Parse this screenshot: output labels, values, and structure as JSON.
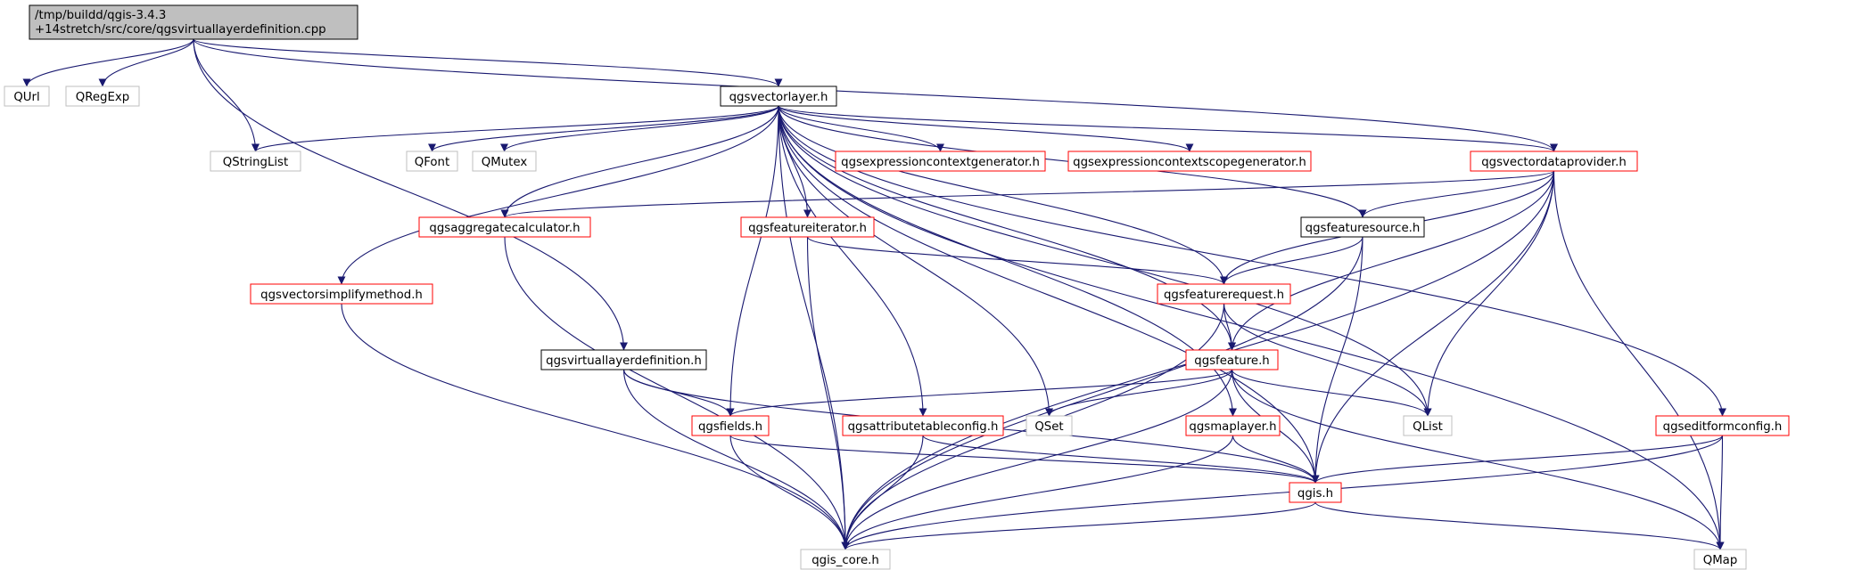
{
  "graph": {
    "colors": {
      "edge": "#191970",
      "border_default": "#000000",
      "border_documented": "#ff0000",
      "border_external": "#bfbfbf",
      "fill_root": "#bfbfbf",
      "fill": "#ffffff"
    },
    "nodes": [
      {
        "id": "root",
        "lines": [
          "/tmp/buildd/qgis-3.4.3",
          "+14stretch/src/core/qgsvirtuallayerdefinition.cpp"
        ],
        "style": "root"
      },
      {
        "id": "qurl",
        "lines": [
          "QUrl"
        ],
        "style": "external"
      },
      {
        "id": "qregexp",
        "lines": [
          "QRegExp"
        ],
        "style": "external"
      },
      {
        "id": "qgsvectorlayer",
        "lines": [
          "qgsvectorlayer.h"
        ],
        "style": "default"
      },
      {
        "id": "qstringlist",
        "lines": [
          "QStringList"
        ],
        "style": "external"
      },
      {
        "id": "qfont",
        "lines": [
          "QFont"
        ],
        "style": "external"
      },
      {
        "id": "qmutex",
        "lines": [
          "QMutex"
        ],
        "style": "external"
      },
      {
        "id": "qgsexprctxgen",
        "lines": [
          "qgsexpressioncontextgenerator.h"
        ],
        "style": "documented"
      },
      {
        "id": "qgsexprctxscopegen",
        "lines": [
          "qgsexpressioncontextscopegenerator.h"
        ],
        "style": "documented"
      },
      {
        "id": "qgsvectordataprovider",
        "lines": [
          "qgsvectordataprovider.h"
        ],
        "style": "documented"
      },
      {
        "id": "qgsaggregatecalculator",
        "lines": [
          "qgsaggregatecalculator.h"
        ],
        "style": "documented"
      },
      {
        "id": "qgsfeatureiterator",
        "lines": [
          "qgsfeatureiterator.h"
        ],
        "style": "documented"
      },
      {
        "id": "qgsfeaturesource",
        "lines": [
          "qgsfeaturesource.h"
        ],
        "style": "default"
      },
      {
        "id": "qgsvectorsimplifymethod",
        "lines": [
          "qgsvectorsimplifymethod.h"
        ],
        "style": "documented"
      },
      {
        "id": "qgsfeaturerequest",
        "lines": [
          "qgsfeaturerequest.h"
        ],
        "style": "documented"
      },
      {
        "id": "qgsvirtuallayerdefinition",
        "lines": [
          "qgsvirtuallayerdefinition.h"
        ],
        "style": "default"
      },
      {
        "id": "qgsfeature",
        "lines": [
          "qgsfeature.h"
        ],
        "style": "documented"
      },
      {
        "id": "qgsfields",
        "lines": [
          "qgsfields.h"
        ],
        "style": "documented"
      },
      {
        "id": "qgsattributetableconfig",
        "lines": [
          "qgsattributetableconfig.h"
        ],
        "style": "documented"
      },
      {
        "id": "qset",
        "lines": [
          "QSet"
        ],
        "style": "external"
      },
      {
        "id": "qgsmaplayer",
        "lines": [
          "qgsmaplayer.h"
        ],
        "style": "documented"
      },
      {
        "id": "qlist",
        "lines": [
          "QList"
        ],
        "style": "external"
      },
      {
        "id": "qgseditformconfig",
        "lines": [
          "qgseditformconfig.h"
        ],
        "style": "documented"
      },
      {
        "id": "qgis",
        "lines": [
          "qgis.h"
        ],
        "style": "documented"
      },
      {
        "id": "qgis_core",
        "lines": [
          "qgis_core.h"
        ],
        "style": "external"
      },
      {
        "id": "qmap",
        "lines": [
          "QMap"
        ],
        "style": "external"
      }
    ],
    "edges": [
      [
        "root",
        "qurl"
      ],
      [
        "root",
        "qregexp"
      ],
      [
        "root",
        "qstringlist"
      ],
      [
        "root",
        "qgsvectorlayer"
      ],
      [
        "root",
        "qgsvectordataprovider"
      ],
      [
        "root",
        "qgsvirtuallayerdefinition"
      ],
      [
        "qgsvectorlayer",
        "qstringlist"
      ],
      [
        "qgsvectorlayer",
        "qfont"
      ],
      [
        "qgsvectorlayer",
        "qmutex"
      ],
      [
        "qgsvectorlayer",
        "qgsexprctxgen"
      ],
      [
        "qgsvectorlayer",
        "qgsexprctxscopegen"
      ],
      [
        "qgsvectorlayer",
        "qgsvectordataprovider"
      ],
      [
        "qgsvectorlayer",
        "qgsaggregatecalculator"
      ],
      [
        "qgsvectorlayer",
        "qgsfeatureiterator"
      ],
      [
        "qgsvectorlayer",
        "qgsfeaturesource"
      ],
      [
        "qgsvectorlayer",
        "qgsvectorsimplifymethod"
      ],
      [
        "qgsvectorlayer",
        "qgsfeaturerequest"
      ],
      [
        "qgsvectorlayer",
        "qgsfeature"
      ],
      [
        "qgsvectorlayer",
        "qgsfields"
      ],
      [
        "qgsvectorlayer",
        "qgsattributetableconfig"
      ],
      [
        "qgsvectorlayer",
        "qset"
      ],
      [
        "qgsvectorlayer",
        "qgsmaplayer"
      ],
      [
        "qgsvectorlayer",
        "qlist"
      ],
      [
        "qgsvectorlayer",
        "qgseditformconfig"
      ],
      [
        "qgsvectorlayer",
        "qgis"
      ],
      [
        "qgsvectorlayer",
        "qgis_core"
      ],
      [
        "qgsvectorlayer",
        "qmap"
      ],
      [
        "qgsvectordataprovider",
        "qgsaggregatecalculator"
      ],
      [
        "qgsvectordataprovider",
        "qgsfeaturesource"
      ],
      [
        "qgsvectordataprovider",
        "qgsfeaturerequest"
      ],
      [
        "qgsvectordataprovider",
        "qgsfeature"
      ],
      [
        "qgsvectordataprovider",
        "qlist"
      ],
      [
        "qgsvectordataprovider",
        "qgis"
      ],
      [
        "qgsvectordataprovider",
        "qgis_core"
      ],
      [
        "qgsvectordataprovider",
        "qmap"
      ],
      [
        "qgsaggregatecalculator",
        "qgis_core"
      ],
      [
        "qgsfeatureiterator",
        "qgsfeaturerequest"
      ],
      [
        "qgsfeatureiterator",
        "qgis_core"
      ],
      [
        "qgsfeaturesource",
        "qgsfeaturerequest"
      ],
      [
        "qgsfeaturesource",
        "qgis"
      ],
      [
        "qgsfeaturesource",
        "qgis_core"
      ],
      [
        "qgsvectorsimplifymethod",
        "qgis_core"
      ],
      [
        "qgsfeaturerequest",
        "qgsfeature"
      ],
      [
        "qgsfeaturerequest",
        "qlist"
      ],
      [
        "qgsfeaturerequest",
        "qgis_core"
      ],
      [
        "qgsvirtuallayerdefinition",
        "qgsfields"
      ],
      [
        "qgsvirtuallayerdefinition",
        "qgis"
      ],
      [
        "qgsvirtuallayerdefinition",
        "qgis_core"
      ],
      [
        "qgsfeature",
        "qgsfields"
      ],
      [
        "qgsfeature",
        "qset"
      ],
      [
        "qgsfeature",
        "qlist"
      ],
      [
        "qgsfeature",
        "qgis"
      ],
      [
        "qgsfeature",
        "qgis_core"
      ],
      [
        "qgsfeature",
        "qmap"
      ],
      [
        "qgsfields",
        "qgis"
      ],
      [
        "qgsfields",
        "qgis_core"
      ],
      [
        "qgsattributetableconfig",
        "qgis"
      ],
      [
        "qgsattributetableconfig",
        "qgis_core"
      ],
      [
        "qgsmaplayer",
        "qgis"
      ],
      [
        "qgsmaplayer",
        "qgis_core"
      ],
      [
        "qgseditformconfig",
        "qgis"
      ],
      [
        "qgseditformconfig",
        "qgis_core"
      ],
      [
        "qgseditformconfig",
        "qmap"
      ],
      [
        "qgis",
        "qgis_core"
      ],
      [
        "qgis",
        "qmap"
      ]
    ]
  }
}
